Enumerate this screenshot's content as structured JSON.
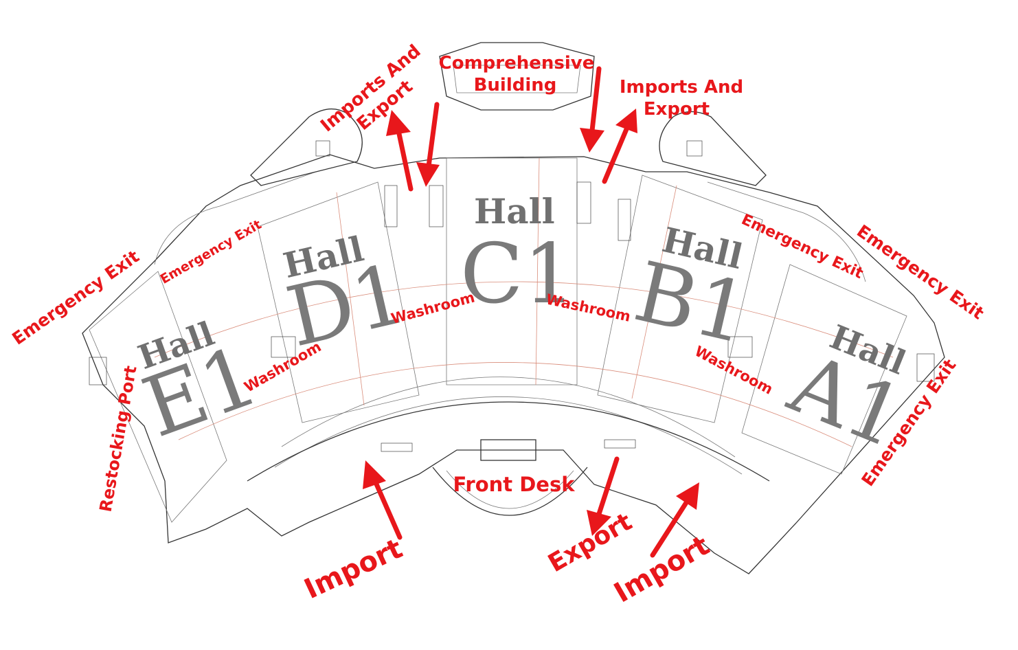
{
  "halls": {
    "e1": {
      "word": "Hall",
      "letter": "E1"
    },
    "d1": {
      "word": "Hall",
      "letter": "D1"
    },
    "c1": {
      "word": "Hall",
      "letter": "C1"
    },
    "b1": {
      "word": "Hall",
      "letter": "B1"
    },
    "a1": {
      "word": "Hall",
      "letter": "A1"
    }
  },
  "labels": {
    "comprehensive_line1": "Comprehensive",
    "comprehensive_line2": "Building",
    "imports_export_left_line1": "Imports And",
    "imports_export_left_line2": "Export",
    "imports_export_right_line1": "Imports And",
    "imports_export_right_line2": "Export",
    "emergency_exit_far_left": "Emergency Exit",
    "emergency_exit_left": "Emergency Exit",
    "emergency_exit_right": "Emergency Exit",
    "emergency_exit_far_right": "Emergency Exit",
    "emergency_exit_lower_right": "Emergency Exit",
    "restocking_port": "Restocking Port",
    "washroom_dc": "Washroom",
    "washroom_ed": "Washroom",
    "washroom_cb": "Washroom",
    "washroom_ba": "Washroom",
    "front_desk": "Front Desk",
    "import_left": "Import",
    "export_bottom": "Export",
    "import_right": "Import"
  },
  "colors": {
    "label_red": "#e8171b",
    "hall_gray": "#707070",
    "wall": "#333333"
  }
}
